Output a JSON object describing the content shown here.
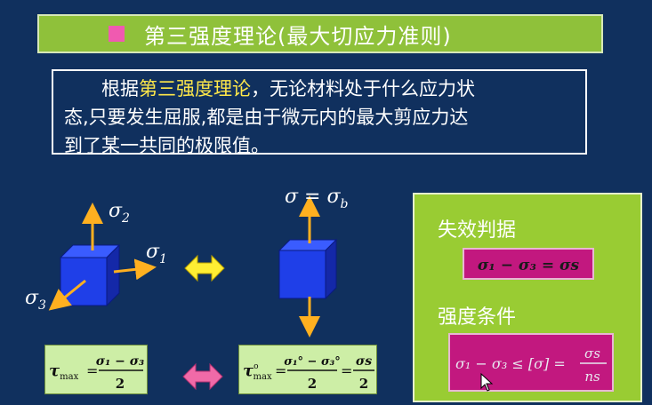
{
  "title": "第三强度理论(最大切应力准则)",
  "description": {
    "prefix": "根据",
    "highlight": "第三强度理论",
    "line1_rest": "，无论材料处于什么应力状",
    "line2": "态,只要发生屈服,都是由于微元内的最大剪应力达",
    "line3": "到了某一共同的极限值。"
  },
  "stress_labels": {
    "sigma2": "σ",
    "sigma2_sub": "2",
    "sigma1": "σ",
    "sigma1_sub": "1",
    "sigma3": "σ",
    "sigma3_sub": "3",
    "sigma_b": "σ = σ",
    "sigma_b_sub": "b"
  },
  "formulas": {
    "tau_max_label": "τ",
    "tau_max_sub": "max",
    "tau_max_num": "σ₁ − σ₃",
    "tau_max_den": "2",
    "tau0_label": "τ",
    "tau0_sub": "max",
    "tau0_sup": "o",
    "tau0_num": "σ₁° − σ₃°",
    "tau0_den": "2",
    "tau0_rhs_num": "σs",
    "tau0_rhs_den": "2"
  },
  "panel": {
    "failure_label": "失效判据",
    "failure_formula": "σ₁ − σ₃ = σs",
    "strength_label": "强度条件",
    "strength_lhs": "σ₁ − σ₃ ≤ [σ] =",
    "strength_num": "σs",
    "strength_den": "ns"
  },
  "colors": {
    "background": "#10305e",
    "title_bar": "#8fc13a",
    "panel": "#99cc33",
    "pink": "#c2187f",
    "cube": "#1f3fe8",
    "highlight": "#ffe84a"
  }
}
